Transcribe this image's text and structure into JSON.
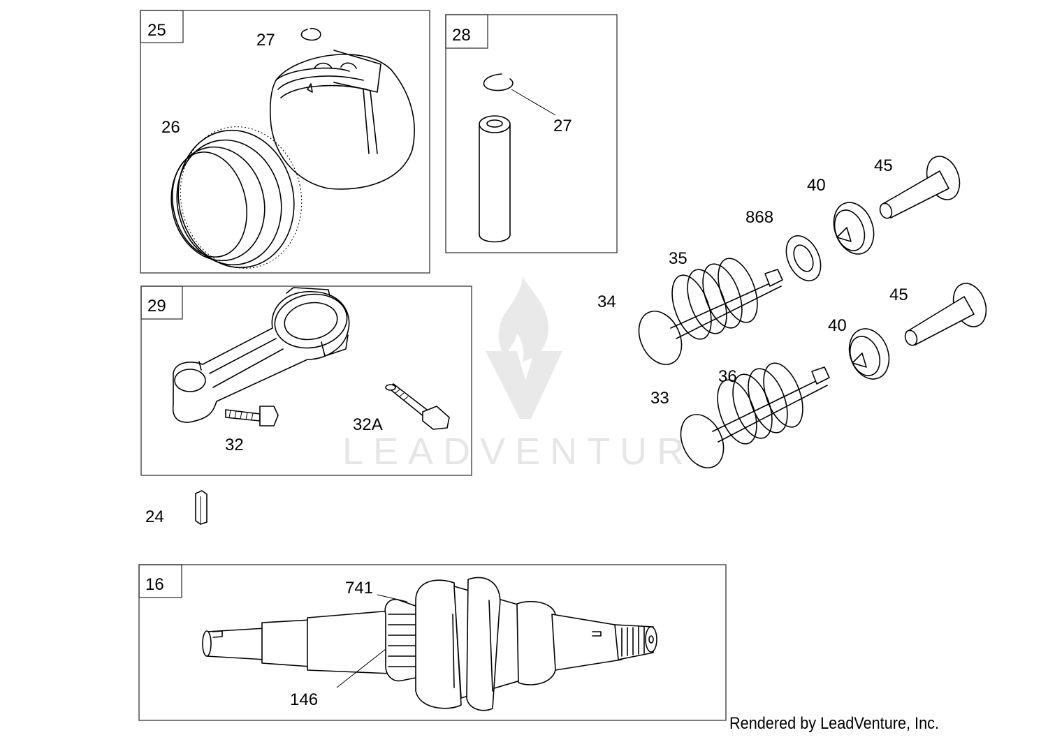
{
  "watermark": {
    "text": "LEADVENTURE"
  },
  "credit": "Rendered by LeadVenture, Inc.",
  "groups": [
    {
      "id": "25",
      "label": "25"
    },
    {
      "id": "28",
      "label": "28"
    },
    {
      "id": "29",
      "label": "29"
    },
    {
      "id": "16",
      "label": "16"
    }
  ],
  "callouts": {
    "clip_piston": "27",
    "rings": "26",
    "clip_pin": "27",
    "valve_top": "34",
    "spring_top": "35",
    "washer": "868",
    "retainer_top": "40",
    "lifter_top": "45",
    "lifter_bottom": "45",
    "retainer_bottom": "40",
    "spring_bottom": "36",
    "valve_bottom": "33",
    "bolt_small": "32",
    "bolt_large": "32A",
    "key": "24",
    "gear_top": "741",
    "gear_bottom": "146"
  }
}
